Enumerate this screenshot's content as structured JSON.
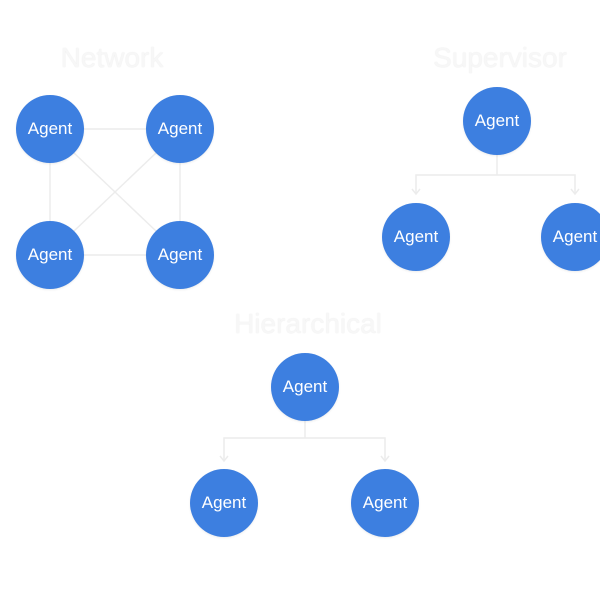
{
  "colors": {
    "node_fill": "#3d7fe0",
    "node_text": "#ffffff",
    "edge": "#ececec",
    "title_text": "#f7f7f7",
    "background": "#ffffff"
  },
  "network": {
    "title": "Network",
    "nodes": [
      "Agent",
      "Agent",
      "Agent",
      "Agent"
    ]
  },
  "supervisor": {
    "title": "Supervisor",
    "nodes": [
      "Agent",
      "Agent",
      "Agent"
    ]
  },
  "hierarchical": {
    "title": "Hierarchical",
    "nodes": [
      "Agent",
      "Agent",
      "Agent"
    ]
  }
}
